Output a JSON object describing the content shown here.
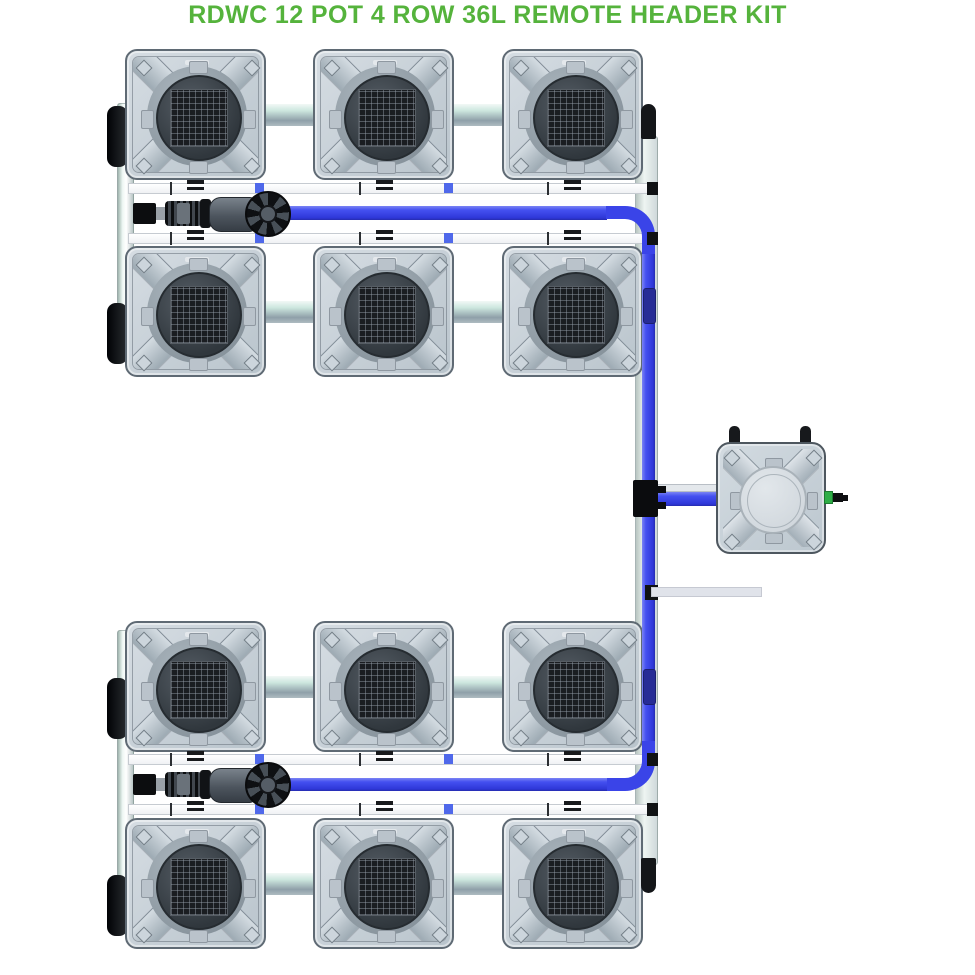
{
  "title": {
    "text": "RDWC 12 POT 4 ROW 36L REMOTE HEADER KIT"
  },
  "kit": {
    "pot_count": 12,
    "layout_rows": 4,
    "layout_cols": 3,
    "pots": [
      {
        "id": 1,
        "row": 1,
        "col": 1
      },
      {
        "id": 2,
        "row": 1,
        "col": 2
      },
      {
        "id": 3,
        "row": 1,
        "col": 3
      },
      {
        "id": 4,
        "row": 2,
        "col": 1
      },
      {
        "id": 5,
        "row": 2,
        "col": 2
      },
      {
        "id": 6,
        "row": 2,
        "col": 3
      },
      {
        "id": 7,
        "row": 3,
        "col": 1
      },
      {
        "id": 8,
        "row": 3,
        "col": 2
      },
      {
        "id": 9,
        "row": 3,
        "col": 3
      },
      {
        "id": 10,
        "row": 4,
        "col": 1
      },
      {
        "id": 11,
        "row": 4,
        "col": 2
      },
      {
        "id": 12,
        "row": 4,
        "col": 3
      }
    ],
    "pumps": [
      {
        "id": "pump-1",
        "position": "left manifold between rows 1 and 2"
      },
      {
        "id": "pump-2",
        "position": "left manifold between rows 3 and 4"
      }
    ],
    "header_tank": {
      "position": "middle right",
      "top_posts": 2,
      "side_fitting_color": "#2fae47"
    },
    "colors": {
      "title_green": "#55b33c",
      "tube_blue": "#3a45ee",
      "pipe_white": "#f7f8fa",
      "pipe_teal": "#cde7df",
      "pot_grey": "#c7d0d8",
      "green_fitting": "#2fae47"
    }
  }
}
